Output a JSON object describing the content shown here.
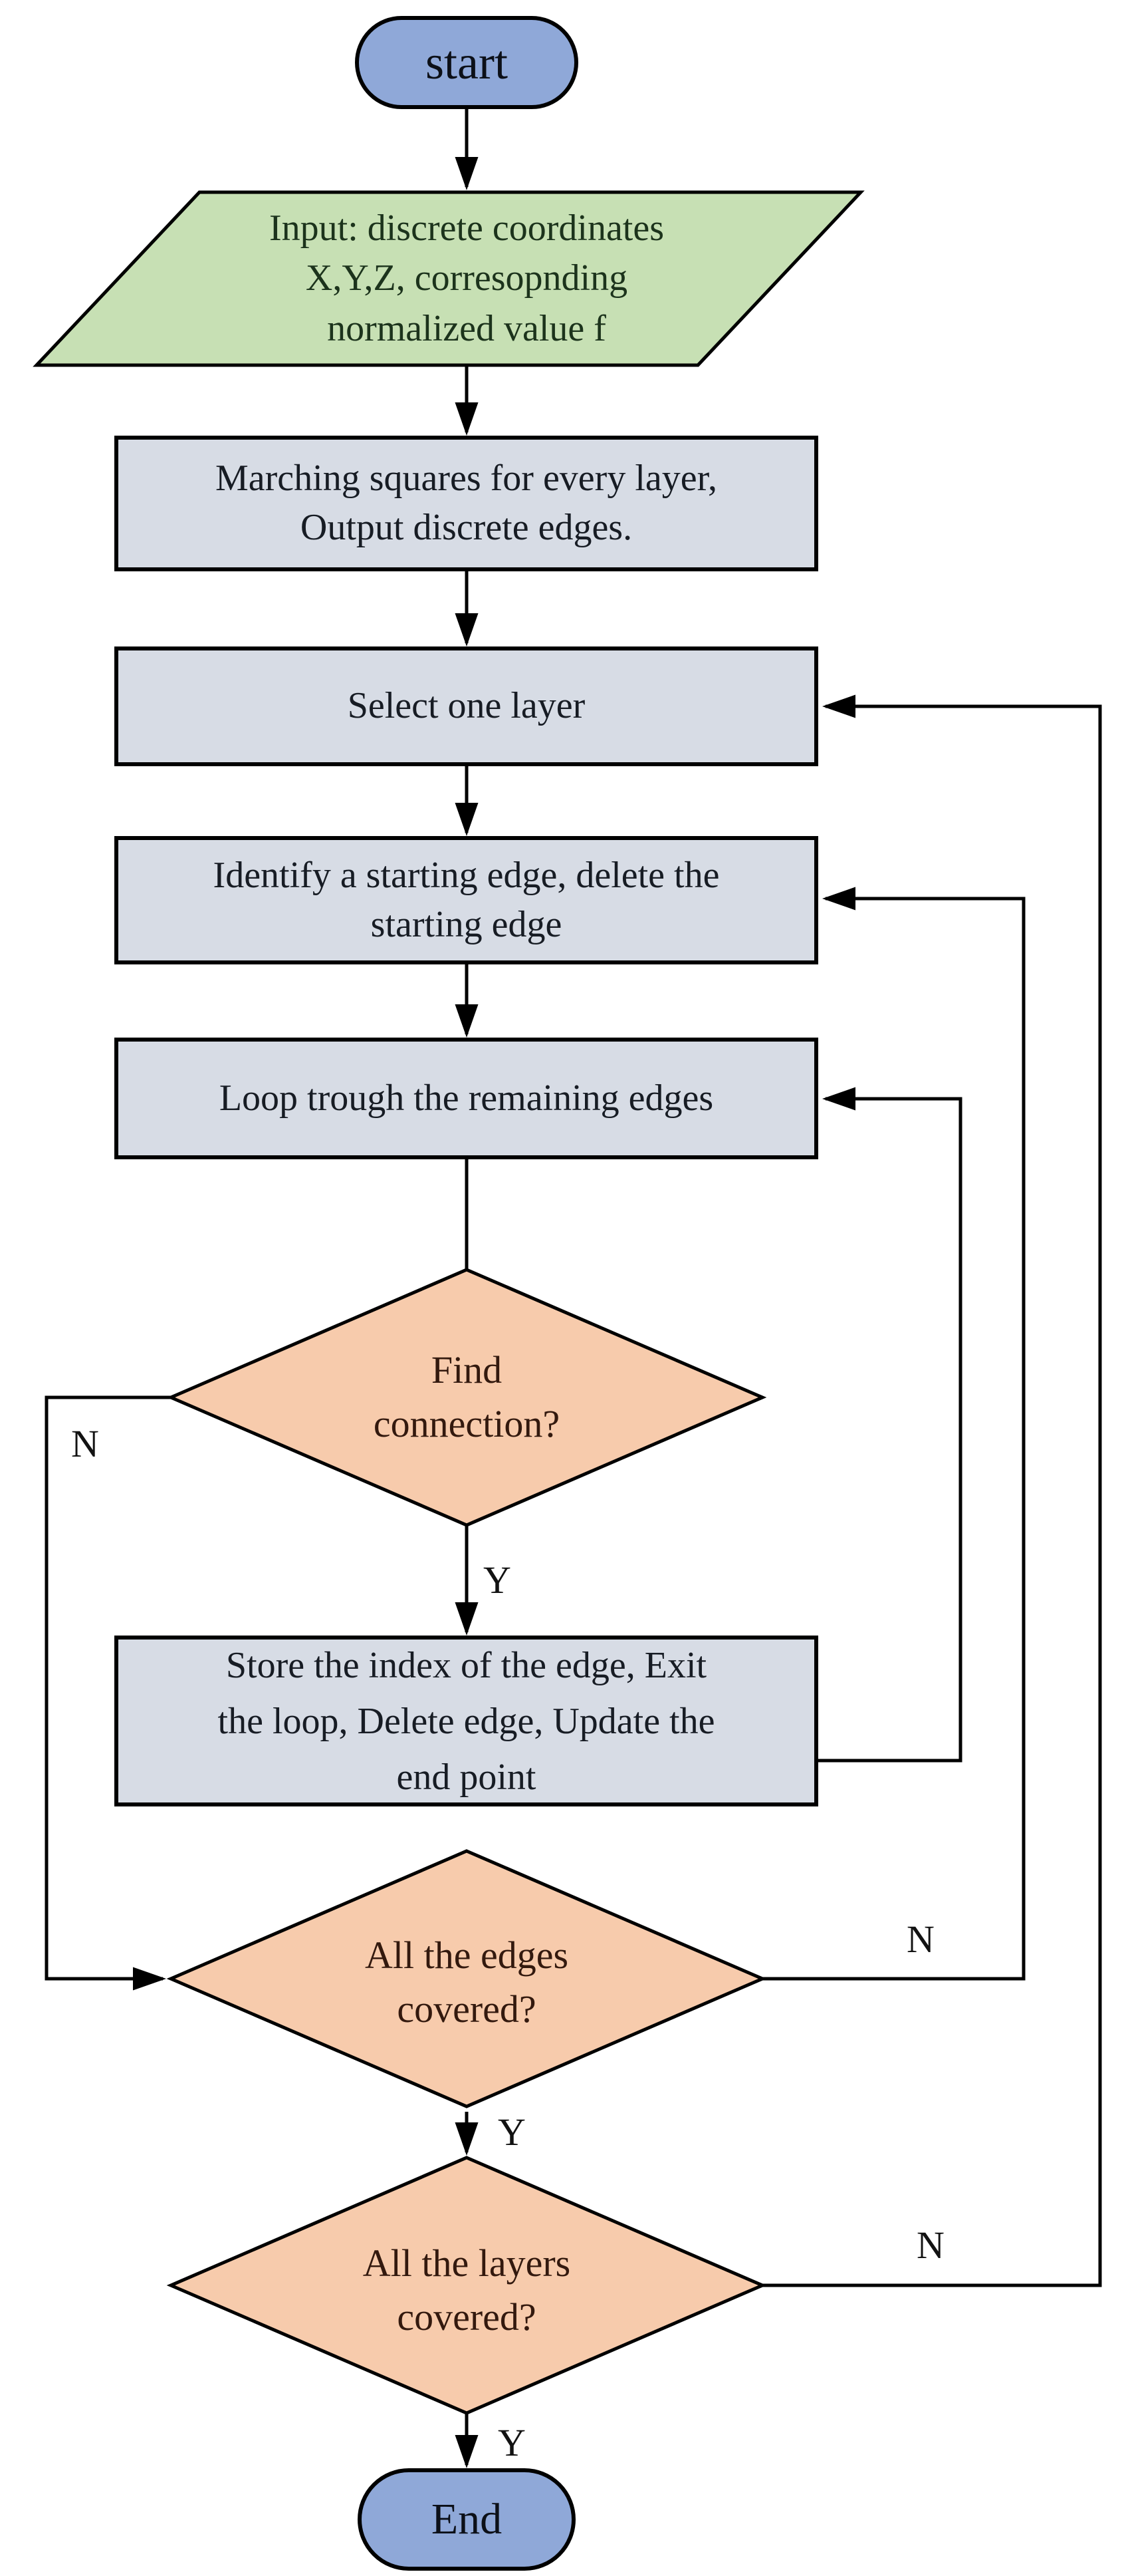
{
  "flowchart": {
    "type": "flowchart",
    "colors": {
      "terminator_fill": "#8FA8D8",
      "io_fill": "#C7E0B4",
      "process_fill": "#D7DCE5",
      "decision_fill": "#F7CBAC",
      "outline": "#000000",
      "text_process": "#171C24",
      "text_io": "#1C331C",
      "text_decision": "#33190E",
      "background": "#FFFFFF"
    },
    "nodes": {
      "start": {
        "type": "terminator",
        "lines": [
          "start"
        ]
      },
      "input": {
        "type": "io",
        "lines": [
          "Input: discrete coordinates",
          "X,Y,Z, corresopnding",
          "normalized value f"
        ]
      },
      "marching": {
        "type": "process",
        "lines": [
          "Marching squares for every layer,",
          "Output discrete edges."
        ]
      },
      "select_layer": {
        "type": "process",
        "lines": [
          "Select one layer"
        ]
      },
      "identify_edge": {
        "type": "process",
        "lines": [
          "Identify a starting edge, delete the",
          "starting edge"
        ]
      },
      "loop_edges": {
        "type": "process",
        "lines": [
          "Loop trough the remaining edges"
        ]
      },
      "find_connection": {
        "type": "decision",
        "lines": [
          "Find",
          "connection?"
        ]
      },
      "store_index": {
        "type": "process",
        "lines": [
          "Store the index of the edge, Exit",
          "the loop, Delete edge, Update the",
          "end point"
        ]
      },
      "edges_covered": {
        "type": "decision",
        "lines": [
          "All the edges",
          "covered?"
        ]
      },
      "layers_covered": {
        "type": "decision",
        "lines": [
          "All the layers",
          "covered?"
        ]
      },
      "end": {
        "type": "terminator",
        "lines": [
          "End"
        ]
      }
    },
    "edge_labels": {
      "find_connection_no": "N",
      "find_connection_yes": "Y",
      "edges_covered_no": "N",
      "edges_covered_yes": "Y",
      "layers_covered_no": "N",
      "layers_covered_yes": "Y"
    }
  }
}
